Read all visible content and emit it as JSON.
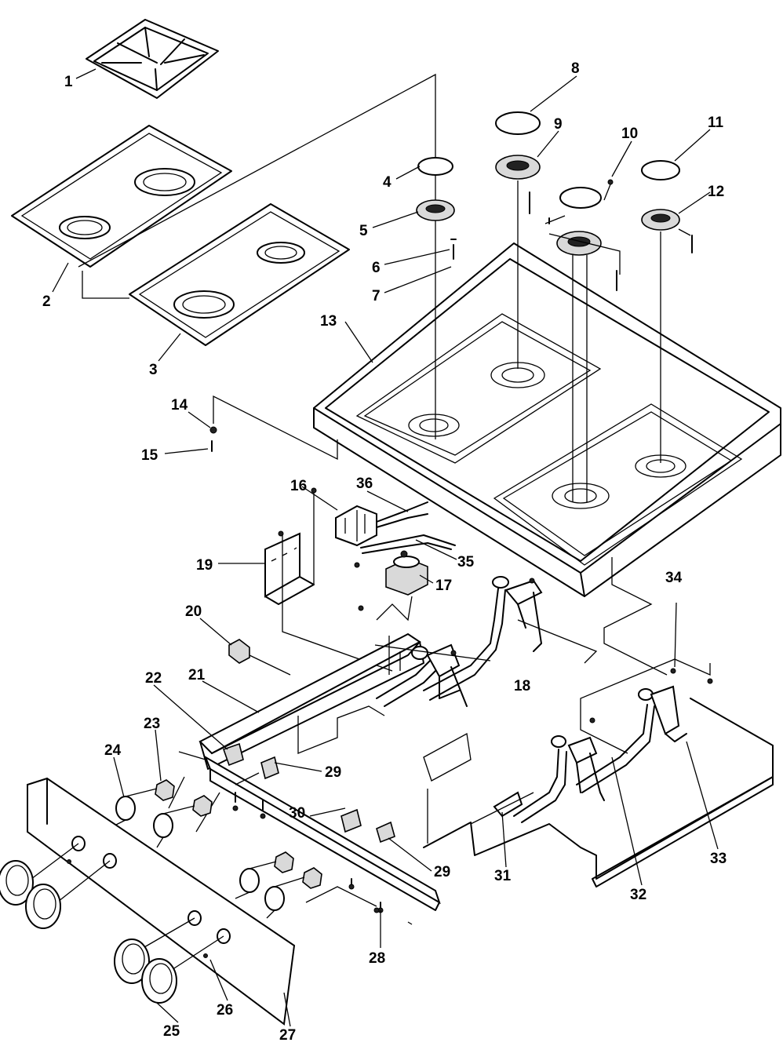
{
  "diagram": {
    "callouts": [
      {
        "id": "1",
        "label": "1"
      },
      {
        "id": "2",
        "label": "2"
      },
      {
        "id": "3",
        "label": "3"
      },
      {
        "id": "4",
        "label": "4"
      },
      {
        "id": "5",
        "label": "5"
      },
      {
        "id": "6",
        "label": "6"
      },
      {
        "id": "7",
        "label": "7"
      },
      {
        "id": "8",
        "label": "8"
      },
      {
        "id": "9",
        "label": "9"
      },
      {
        "id": "10",
        "label": "10"
      },
      {
        "id": "11",
        "label": "11"
      },
      {
        "id": "12",
        "label": "12"
      },
      {
        "id": "13",
        "label": "13"
      },
      {
        "id": "14",
        "label": "14"
      },
      {
        "id": "15",
        "label": "15"
      },
      {
        "id": "16",
        "label": "16"
      },
      {
        "id": "17",
        "label": "17"
      },
      {
        "id": "18",
        "label": "18"
      },
      {
        "id": "19",
        "label": "19"
      },
      {
        "id": "20",
        "label": "20"
      },
      {
        "id": "21",
        "label": "21"
      },
      {
        "id": "22",
        "label": "22"
      },
      {
        "id": "23",
        "label": "23"
      },
      {
        "id": "24",
        "label": "24"
      },
      {
        "id": "25",
        "label": "25"
      },
      {
        "id": "26",
        "label": "26"
      },
      {
        "id": "27",
        "label": "27"
      },
      {
        "id": "28",
        "label": "28"
      },
      {
        "id": "29a",
        "label": "29"
      },
      {
        "id": "29b",
        "label": "29"
      },
      {
        "id": "30",
        "label": "30"
      },
      {
        "id": "31",
        "label": "31"
      },
      {
        "id": "32",
        "label": "32"
      },
      {
        "id": "33",
        "label": "33"
      },
      {
        "id": "34",
        "label": "34"
      },
      {
        "id": "35",
        "label": "35"
      },
      {
        "id": "36",
        "label": "36"
      }
    ]
  }
}
